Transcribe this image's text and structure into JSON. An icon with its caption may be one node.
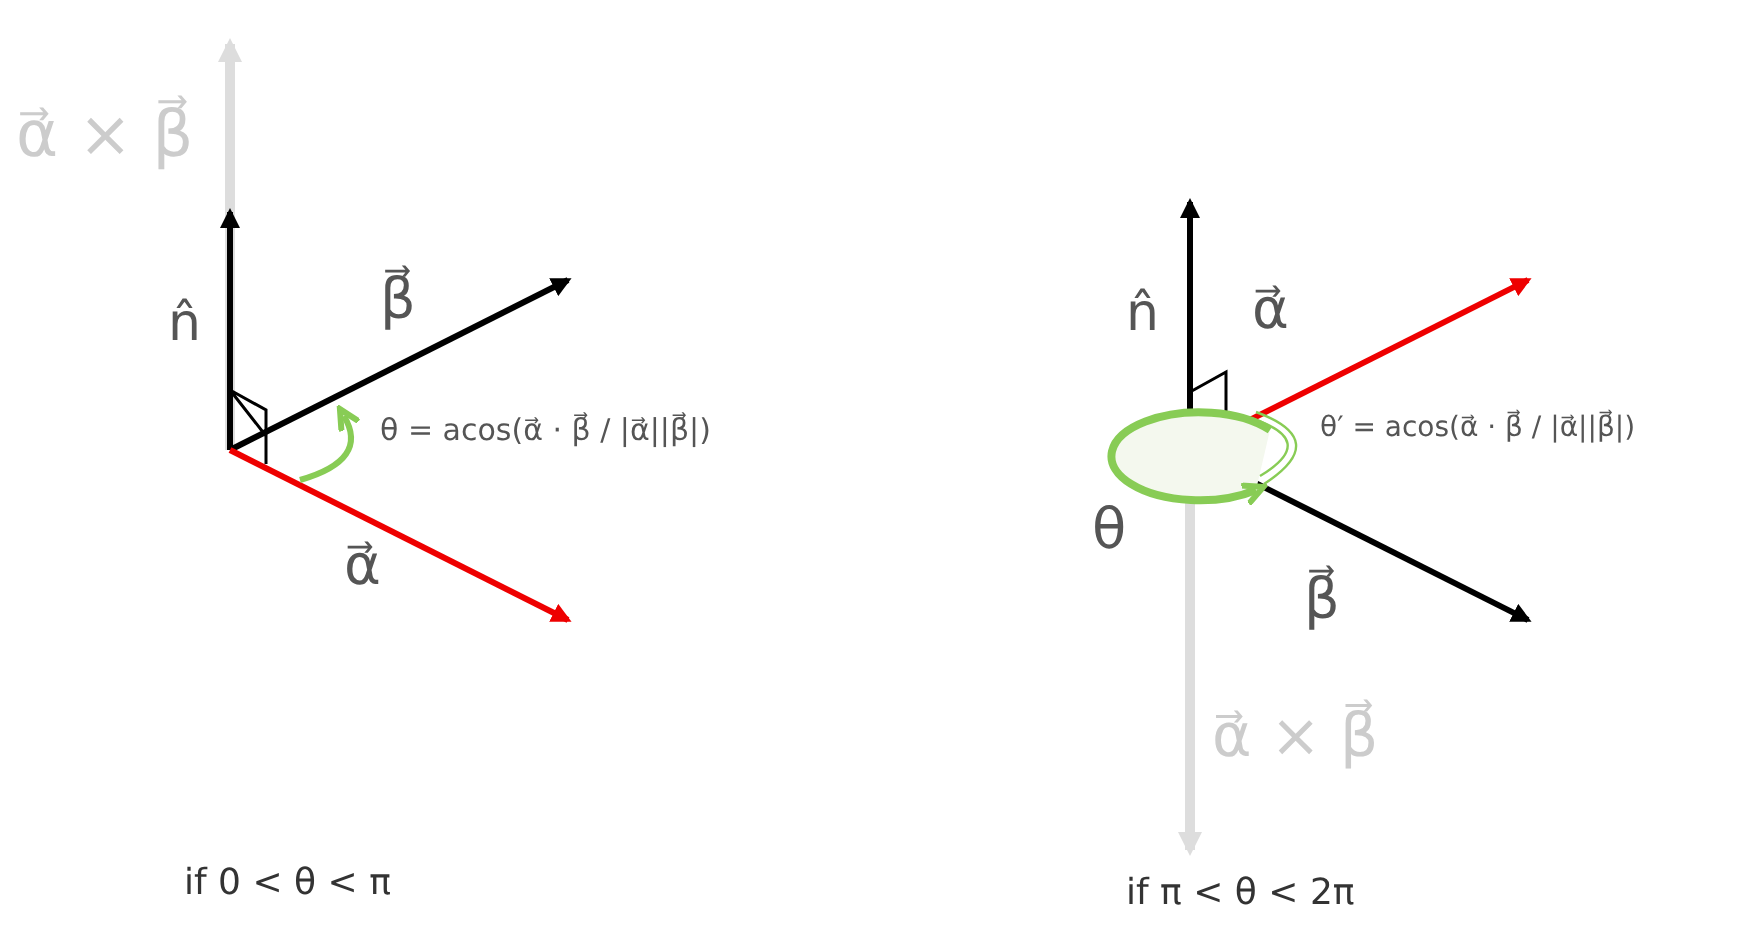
{
  "diagram": {
    "labels": [
      "α⃗ × β⃗",
      "n̂",
      "β⃗",
      "θ = acos(α⃗ · β⃗ / |α⃗||β⃗|)",
      "α⃗",
      "if 0 < θ < π",
      "n̂",
      "α⃗",
      "θ′ = acos(α⃗ · β⃗ / |α⃗||β⃗|)",
      "θ",
      "β⃗",
      "α⃗ × β⃗",
      "if π < θ < 2π"
    ]
  }
}
